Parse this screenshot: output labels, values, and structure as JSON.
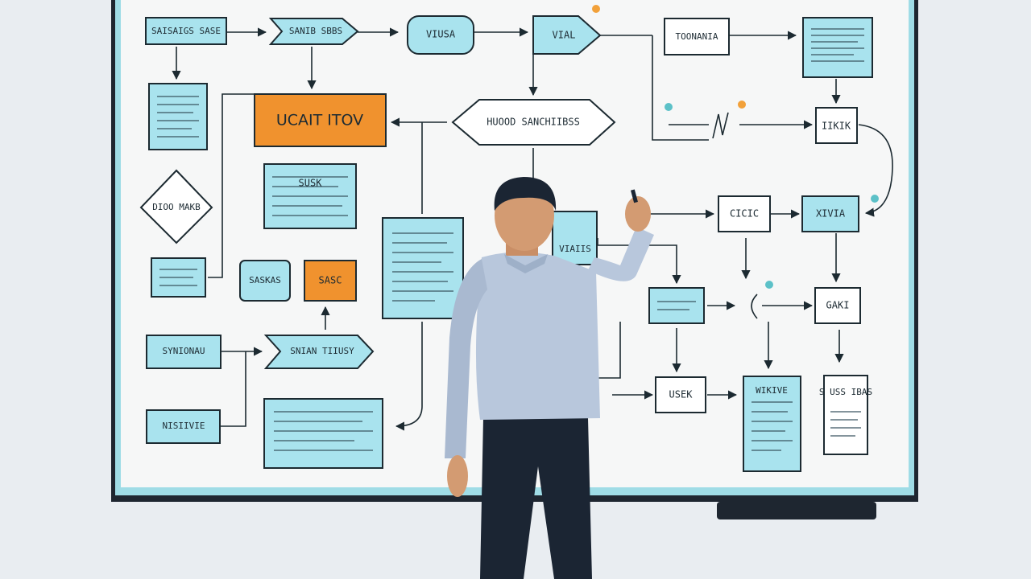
{
  "diagram": {
    "nodes": [
      {
        "id": "n1",
        "label": "SAISAIGS SASE",
        "shape": "rect"
      },
      {
        "id": "n2",
        "label": "SANIB SBBS",
        "shape": "arrow"
      },
      {
        "id": "n3",
        "label": "VIUSA",
        "shape": "pill"
      },
      {
        "id": "n4",
        "label": "VIAL",
        "shape": "arrow"
      },
      {
        "id": "n5",
        "label": "TOONANIA",
        "shape": "rect-white"
      },
      {
        "id": "n6",
        "label": "",
        "shape": "doc"
      },
      {
        "id": "n7",
        "label": "",
        "shape": "doc"
      },
      {
        "id": "n8",
        "label": "UCAIT ITOV",
        "shape": "rect-orange"
      },
      {
        "id": "n9",
        "label": "HUOOD SANCHIIBSS",
        "shape": "hexagon"
      },
      {
        "id": "n10",
        "label": "IIKIK",
        "shape": "rect-white"
      },
      {
        "id": "n11",
        "label": "DIOO MAKB",
        "shape": "diamond"
      },
      {
        "id": "n12",
        "label": "SUSK",
        "shape": "doc"
      },
      {
        "id": "n13",
        "label": "",
        "shape": "doc"
      },
      {
        "id": "n14",
        "label": "VIAIIS",
        "shape": "rect"
      },
      {
        "id": "n15",
        "label": "CICIC",
        "shape": "rect-white"
      },
      {
        "id": "n16",
        "label": "XIVIA",
        "shape": "rect"
      },
      {
        "id": "n17",
        "label": "",
        "shape": "rect"
      },
      {
        "id": "n18",
        "label": "SASKAS",
        "shape": "pill"
      },
      {
        "id": "n19",
        "label": "SASC",
        "shape": "rect-orange"
      },
      {
        "id": "n20",
        "label": "",
        "shape": "rect"
      },
      {
        "id": "n21",
        "label": "GAKI",
        "shape": "rect-white"
      },
      {
        "id": "n22",
        "label": "SYNIONAU",
        "shape": "rect"
      },
      {
        "id": "n23",
        "label": "SNIAN TIIUSY",
        "shape": "arrow"
      },
      {
        "id": "n24",
        "label": "USEK",
        "shape": "rect-white"
      },
      {
        "id": "n25",
        "label": "WIKIVE",
        "shape": "doc"
      },
      {
        "id": "n26",
        "label": "S USS IBAS",
        "shape": "doc-white"
      },
      {
        "id": "n27",
        "label": "NISIIVIE",
        "shape": "rect"
      },
      {
        "id": "n28",
        "label": "",
        "shape": "doc"
      }
    ]
  }
}
